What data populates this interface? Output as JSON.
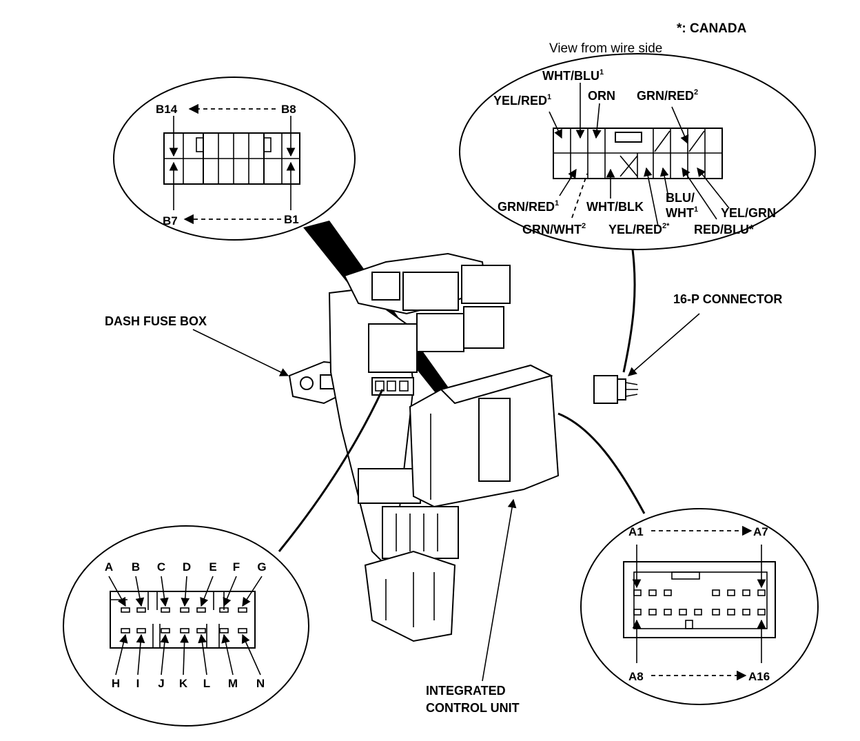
{
  "header": {
    "footnote": "*: CANADA",
    "view_note": "View from wire side"
  },
  "callouts": {
    "dash_fuse_box": "DASH FUSE BOX",
    "connector_16p": "16-P CONNECTOR",
    "icu_line1": "INTEGRATED",
    "icu_line2": "CONTROL UNIT"
  },
  "connector_b": {
    "top_left": "B14",
    "top_right": "B8",
    "bottom_left": "B7",
    "bottom_right": "B1"
  },
  "connector_a": {
    "top_left": "A1",
    "top_right": "A7",
    "bottom_left": "A8",
    "bottom_right": "A16"
  },
  "connector_letters": {
    "top": [
      "A",
      "B",
      "C",
      "D",
      "E",
      "F",
      "G"
    ],
    "bottom": [
      "H",
      "I",
      "J",
      "K",
      "L",
      "M",
      "N"
    ]
  },
  "connector_16p": {
    "top_labels": [
      {
        "text": "WHT/BLU",
        "sup": "1"
      },
      {
        "text": "YEL/RED",
        "sup": "1"
      },
      {
        "text": "ORN",
        "sup": ""
      },
      {
        "text": "GRN/RED",
        "sup": "2"
      }
    ],
    "bottom_labels": [
      {
        "text": "GRN/RED",
        "sup": "1"
      },
      {
        "text": "WHT/BLK",
        "sup": ""
      },
      {
        "text": "BLU/",
        "sup": ""
      },
      {
        "text": "WHT",
        "sup": "1"
      },
      {
        "text": "YEL/GRN",
        "sup": ""
      },
      {
        "text": "GRN/WHT",
        "sup": "2"
      },
      {
        "text": "YEL/RED",
        "sup": "2*"
      },
      {
        "text": "RED/BLU*",
        "sup": ""
      }
    ]
  }
}
